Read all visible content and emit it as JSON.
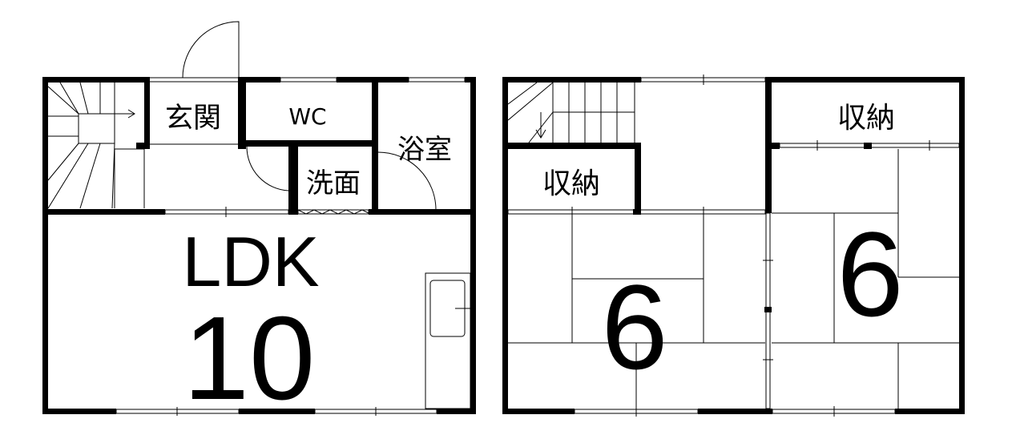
{
  "floor1": {
    "entrance": "玄関",
    "wc": "WC",
    "bath": "浴室",
    "washroom": "洗面",
    "ldk_label": "LDK",
    "ldk_size": "10"
  },
  "floor2": {
    "storage_left": "収納",
    "storage_right": "収納",
    "room_left_size": "6",
    "room_right_size": "6"
  }
}
